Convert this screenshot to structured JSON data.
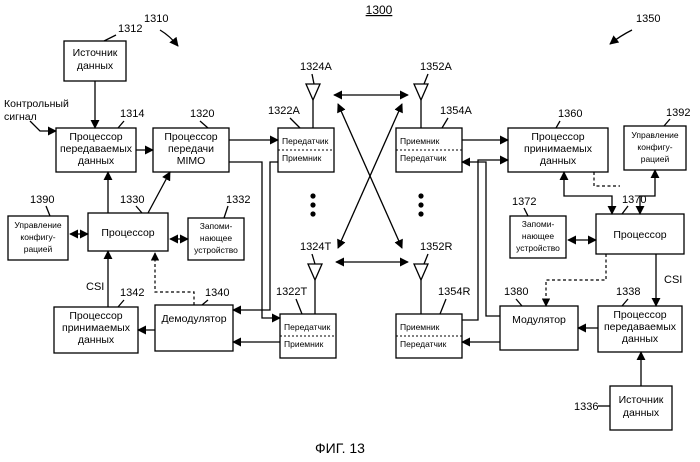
{
  "figure": {
    "number": "1300",
    "caption": "ФИГ. 13",
    "device_left_ref": "1310",
    "device_right_ref": "1350"
  },
  "left": {
    "data_source": {
      "ref": "1312",
      "lines": [
        "Источник",
        "данных"
      ]
    },
    "control_signal": {
      "lines": [
        "Контрольный",
        "сигнал"
      ]
    },
    "tx_data_processor": {
      "ref": "1314",
      "lines": [
        "Процессор",
        "передаваемых",
        "данных"
      ]
    },
    "tx_mimo_processor": {
      "ref": "1320",
      "lines": [
        "Процессор",
        "передачи",
        "MIMO"
      ]
    },
    "config_mgmt": {
      "ref": "1390",
      "lines": [
        "Управление",
        "конфигу-",
        "рацией"
      ]
    },
    "processor": {
      "ref": "1330",
      "lines": [
        "Процессор"
      ]
    },
    "memory": {
      "ref": "1332",
      "lines": [
        "Запоми-",
        "нающее",
        "устройство"
      ]
    },
    "csi": "CSI",
    "rx_data_processor": {
      "ref": "1342",
      "lines": [
        "Процессор",
        "принимаемых",
        "данных"
      ]
    },
    "demodulator": {
      "ref": "1340",
      "lines": [
        "Демодулятор"
      ]
    },
    "transceiver_a": {
      "ref": "1322A",
      "tx": "Передатчик",
      "rx": "Приемник"
    },
    "transceiver_t": {
      "ref": "1322T",
      "tx": "Передатчик",
      "rx": "Приемник"
    },
    "antenna_a": {
      "ref": "1324A"
    },
    "antenna_t": {
      "ref": "1324T"
    }
  },
  "right": {
    "antenna_a": {
      "ref": "1352A"
    },
    "antenna_r": {
      "ref": "1352R"
    },
    "transceiver_a": {
      "ref": "1354A",
      "rx": "Приемник",
      "tx": "Передатчик"
    },
    "transceiver_r": {
      "ref": "1354R",
      "rx": "Приемник",
      "tx": "Передатчик"
    },
    "rx_data_processor": {
      "ref": "1360",
      "lines": [
        "Процессор",
        "принимаемых",
        "данных"
      ]
    },
    "config_mgmt": {
      "ref": "1392",
      "lines": [
        "Управление",
        "конфигу-",
        "рацией"
      ]
    },
    "memory": {
      "ref": "1372",
      "lines": [
        "Запоми-",
        "нающее",
        "устройство"
      ]
    },
    "processor": {
      "ref": "1370",
      "lines": [
        "Процессор"
      ]
    },
    "csi": "CSI",
    "modulator": {
      "ref": "1380",
      "lines": [
        "Модулятор"
      ]
    },
    "tx_data_processor": {
      "ref": "1338",
      "lines": [
        "Процессор",
        "передаваемых",
        "данных"
      ]
    },
    "data_source": {
      "ref": "1336",
      "lines": [
        "Источник",
        "данных"
      ]
    }
  }
}
